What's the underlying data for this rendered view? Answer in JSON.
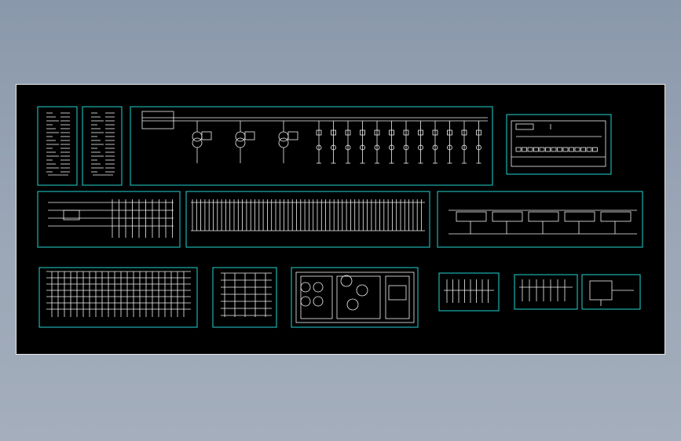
{
  "colors": {
    "page_background": "#8a98ab",
    "sheet_background": "#000000",
    "frame_stroke": "#22d3d3",
    "line_work": "#f2f2f2"
  },
  "panels": [
    {
      "id": "legend-left",
      "label": ""
    },
    {
      "id": "legend-right",
      "label": ""
    },
    {
      "id": "main-one-line",
      "label": ""
    },
    {
      "id": "title-block",
      "label": ""
    },
    {
      "id": "control-schematic",
      "label": ""
    },
    {
      "id": "terminal-strip",
      "label": ""
    },
    {
      "id": "bus-distribution",
      "label": ""
    },
    {
      "id": "wiring-table",
      "label": ""
    },
    {
      "id": "relay-grid",
      "label": ""
    },
    {
      "id": "cabinet-layout",
      "label": ""
    },
    {
      "id": "small-detail-a",
      "label": ""
    },
    {
      "id": "small-detail-b",
      "label": ""
    },
    {
      "id": "small-detail-c",
      "label": ""
    }
  ]
}
